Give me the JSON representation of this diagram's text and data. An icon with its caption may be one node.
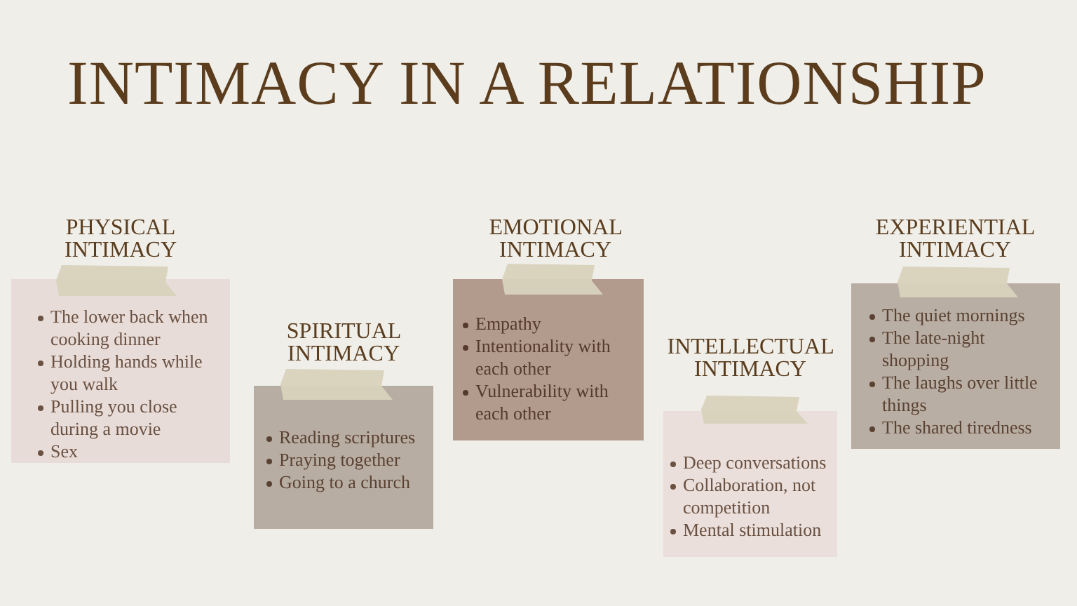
{
  "diagram": {
    "title": "INTIMACY IN A RELATIONSHIP",
    "nodes": [
      {
        "text": [
          "PHYSICAL INTIMACY",
          "The lower back when cooking dinner",
          "Holding hands while you walk",
          "Pulling you close during a movie",
          "Sex"
        ]
      },
      {
        "text": [
          "SPIRITUAL INTIMACY",
          "Reading scriptures",
          "Praying together",
          "Going to a church"
        ]
      },
      {
        "text": [
          "EMOTIONAL INTIMACY",
          "Empathy",
          "Intentionality with each other",
          "Vulnerability with each other"
        ]
      },
      {
        "text": [
          "INTELLECTUAL INTIMACY",
          "Deep conversations",
          "Collaboration, not competition",
          "Mental stimulation"
        ]
      },
      {
        "text": [
          "EXPERIENTIAL INTIMACY",
          "The quiet mornings",
          "The late-night shopping",
          "The laughs over little things",
          "The shared tiredness"
        ]
      }
    ]
  }
}
